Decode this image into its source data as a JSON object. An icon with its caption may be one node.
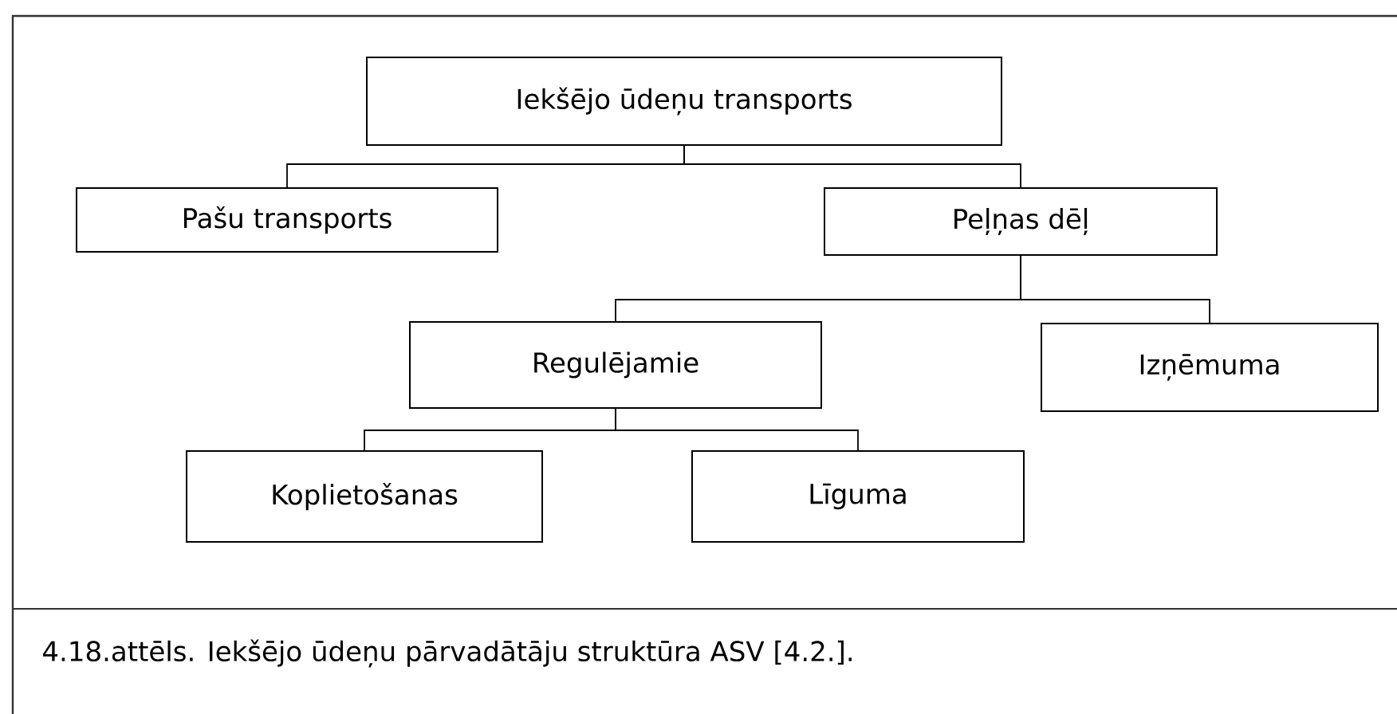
{
  "diagram": {
    "caption": "4.18.attēls. Iekšējo ūdeņu pārvadātāju struktūra ASV [4.2.].",
    "nodes": [
      {
        "text": [
          "Iekšējo ūdeņu transports"
        ]
      },
      {
        "text": [
          "Pašu transports"
        ]
      },
      {
        "text": [
          "Peļņas dēļ"
        ]
      },
      {
        "text": [
          "Regulējamie"
        ]
      },
      {
        "text": [
          "Izņēmuma"
        ]
      },
      {
        "text": [
          "Koplietošanas"
        ]
      },
      {
        "text": [
          "Līguma"
        ]
      }
    ],
    "edges": [
      {
        "from": 0,
        "to": 1,
        "arrow": "none"
      },
      {
        "from": 0,
        "to": 2,
        "arrow": "none"
      },
      {
        "from": 2,
        "to": 3,
        "arrow": "none"
      },
      {
        "from": 2,
        "to": 4,
        "arrow": "none"
      },
      {
        "from": 3,
        "to": 5,
        "arrow": "none"
      },
      {
        "from": 3,
        "to": 6,
        "arrow": "none"
      }
    ]
  }
}
